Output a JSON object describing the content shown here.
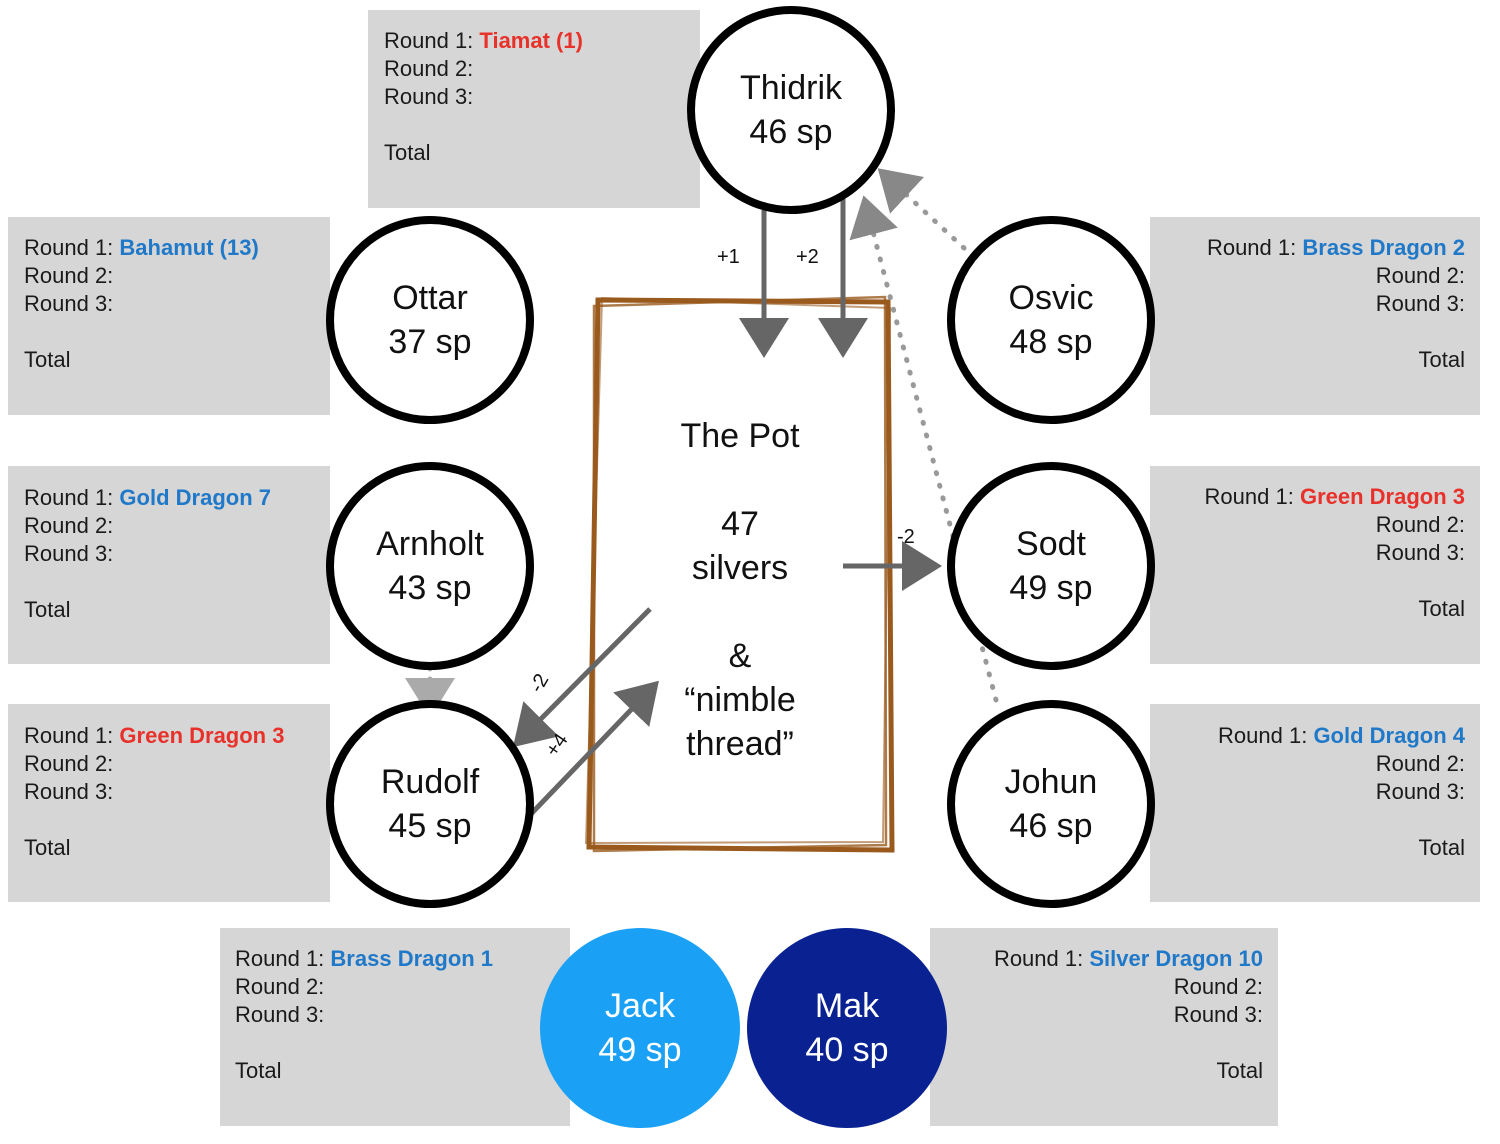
{
  "labels": {
    "round1": "Round 1:",
    "round2": "Round 2:",
    "round3": "Round 3:",
    "total": "Total"
  },
  "players": {
    "thidrik": {
      "name": "Thidrik",
      "sp": "46 sp",
      "round1": "Tiamat (1)",
      "round1_color": "#e8312a"
    },
    "ottar": {
      "name": "Ottar",
      "sp": "37 sp",
      "round1": "Bahamut (13)",
      "round1_color": "#1f78c8"
    },
    "osvic": {
      "name": "Osvic",
      "sp": "48 sp",
      "round1": "Brass Dragon 2",
      "round1_color": "#1f78c8"
    },
    "arnholt": {
      "name": "Arnholt",
      "sp": "43 sp",
      "round1": "Gold Dragon 7",
      "round1_color": "#1f78c8"
    },
    "sodt": {
      "name": "Sodt",
      "sp": "49 sp",
      "round1": "Green Dragon 3",
      "round1_color": "#e8312a"
    },
    "rudolf": {
      "name": "Rudolf",
      "sp": "45 sp",
      "round1": "Green Dragon 3",
      "round1_color": "#e8312a"
    },
    "johun": {
      "name": "Johun",
      "sp": "46 sp",
      "round1": "Gold Dragon 4",
      "round1_color": "#1f78c8"
    },
    "jack": {
      "name": "Jack",
      "sp": "49 sp",
      "round1": "Brass Dragon 1",
      "round1_color": "#1f78c8",
      "fill": "#1aa1f5"
    },
    "mak": {
      "name": "Mak",
      "sp": "40 sp",
      "round1": "Silver Dragon 10",
      "round1_color": "#1f78c8",
      "fill": "#0a2291"
    }
  },
  "pot": {
    "title": "The Pot",
    "amount": "47",
    "unit": "silvers",
    "amp": "&",
    "item_line1": "“nimble",
    "item_line2": "thread”",
    "border_color": "#9a5a1e"
  },
  "arrows": {
    "thidrik_plus1": "+1",
    "thidrik_plus2": "+2",
    "sodt_minus2": "-2",
    "rudolf_minus2": "-2",
    "rudolf_plus4": "+4"
  }
}
